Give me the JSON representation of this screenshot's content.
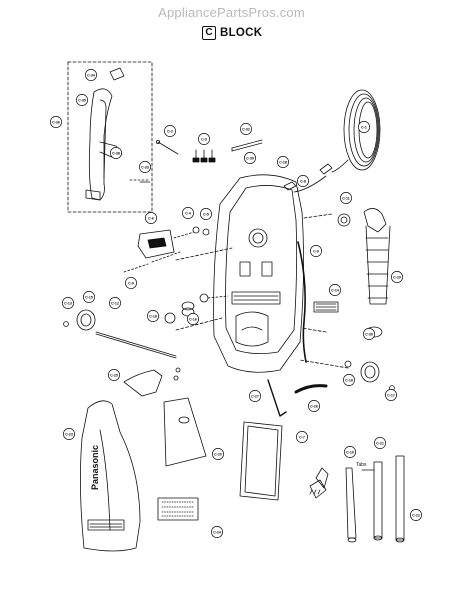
{
  "header": {
    "watermark": "AppliancePartsPros.com",
    "block_letter": "C",
    "block_word": "BLOCK"
  },
  "callouts": [
    {
      "key": "c34",
      "text": "C-34"
    },
    {
      "key": "c35",
      "text": "C-35"
    },
    {
      "key": "c36",
      "text": "C-36"
    },
    {
      "key": "c38",
      "text": "C-38"
    },
    {
      "key": "c33",
      "text": "C-33"
    },
    {
      "key": "c2",
      "text": "C-2"
    },
    {
      "key": "c3",
      "text": "C-3"
    },
    {
      "key": "c32",
      "text": "C-32"
    },
    {
      "key": "c39",
      "text": "C-39"
    },
    {
      "key": "c1",
      "text": "C-1"
    },
    {
      "key": "c28",
      "text": "C-28"
    },
    {
      "key": "c8",
      "text": "C-8"
    },
    {
      "key": "c11",
      "text": "C-11"
    },
    {
      "key": "c9a",
      "text": "C-9"
    },
    {
      "key": "c6",
      "text": "C-6"
    },
    {
      "key": "c4",
      "text": "C-4"
    },
    {
      "key": "c5",
      "text": "C-5"
    },
    {
      "key": "c9b",
      "text": "C-9"
    },
    {
      "key": "c12",
      "text": "C-12"
    },
    {
      "key": "c13",
      "text": "C-13"
    },
    {
      "key": "c14",
      "text": "C-14"
    },
    {
      "key": "c15",
      "text": "C-15"
    },
    {
      "key": "c18",
      "text": "C-18"
    },
    {
      "key": "c16",
      "text": "C-16"
    },
    {
      "key": "c29",
      "text": "C-29"
    },
    {
      "key": "c30",
      "text": "C-30"
    },
    {
      "key": "c17",
      "text": "C-17"
    },
    {
      "key": "c18b",
      "text": "C-18"
    },
    {
      "key": "c23",
      "text": "C-23"
    },
    {
      "key": "c27",
      "text": "C-27"
    },
    {
      "key": "c26",
      "text": "C-26"
    },
    {
      "key": "c25",
      "text": "C-25"
    },
    {
      "key": "c7",
      "text": "C-7"
    },
    {
      "key": "c20",
      "text": "C-20"
    },
    {
      "key": "c19",
      "text": "C-19"
    },
    {
      "key": "c21",
      "text": "C-21"
    },
    {
      "key": "c22",
      "text": "C-22"
    },
    {
      "key": "c24",
      "text": "C-24"
    }
  ],
  "labels": {
    "brand_text": "Panasonic",
    "tabs_text": "Tabs"
  }
}
